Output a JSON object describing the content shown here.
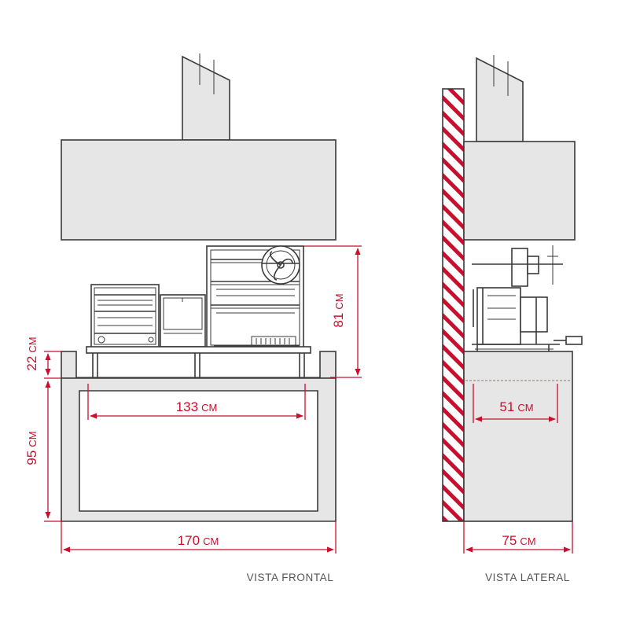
{
  "dimensions": {
    "frontal_width_top": {
      "value": "133",
      "unit": "CM"
    },
    "frontal_width_total": {
      "value": "170",
      "unit": "CM"
    },
    "frontal_height_equipment": {
      "value": "81",
      "unit": "CM"
    },
    "frontal_height_upper": {
      "value": "22",
      "unit": "CM"
    },
    "frontal_height_base": {
      "value": "95",
      "unit": "CM"
    },
    "lateral_depth_inner": {
      "value": "51",
      "unit": "CM"
    },
    "lateral_depth_total": {
      "value": "75",
      "unit": "CM"
    }
  },
  "captions": {
    "front_view": "VISTA FRONTAL",
    "side_view": "VISTA LATERAL"
  },
  "colors": {
    "dimension": "#c8102e",
    "line": "#3a3a3a",
    "fill": "#e6e6e6",
    "wood": "#f3e4cf"
  }
}
